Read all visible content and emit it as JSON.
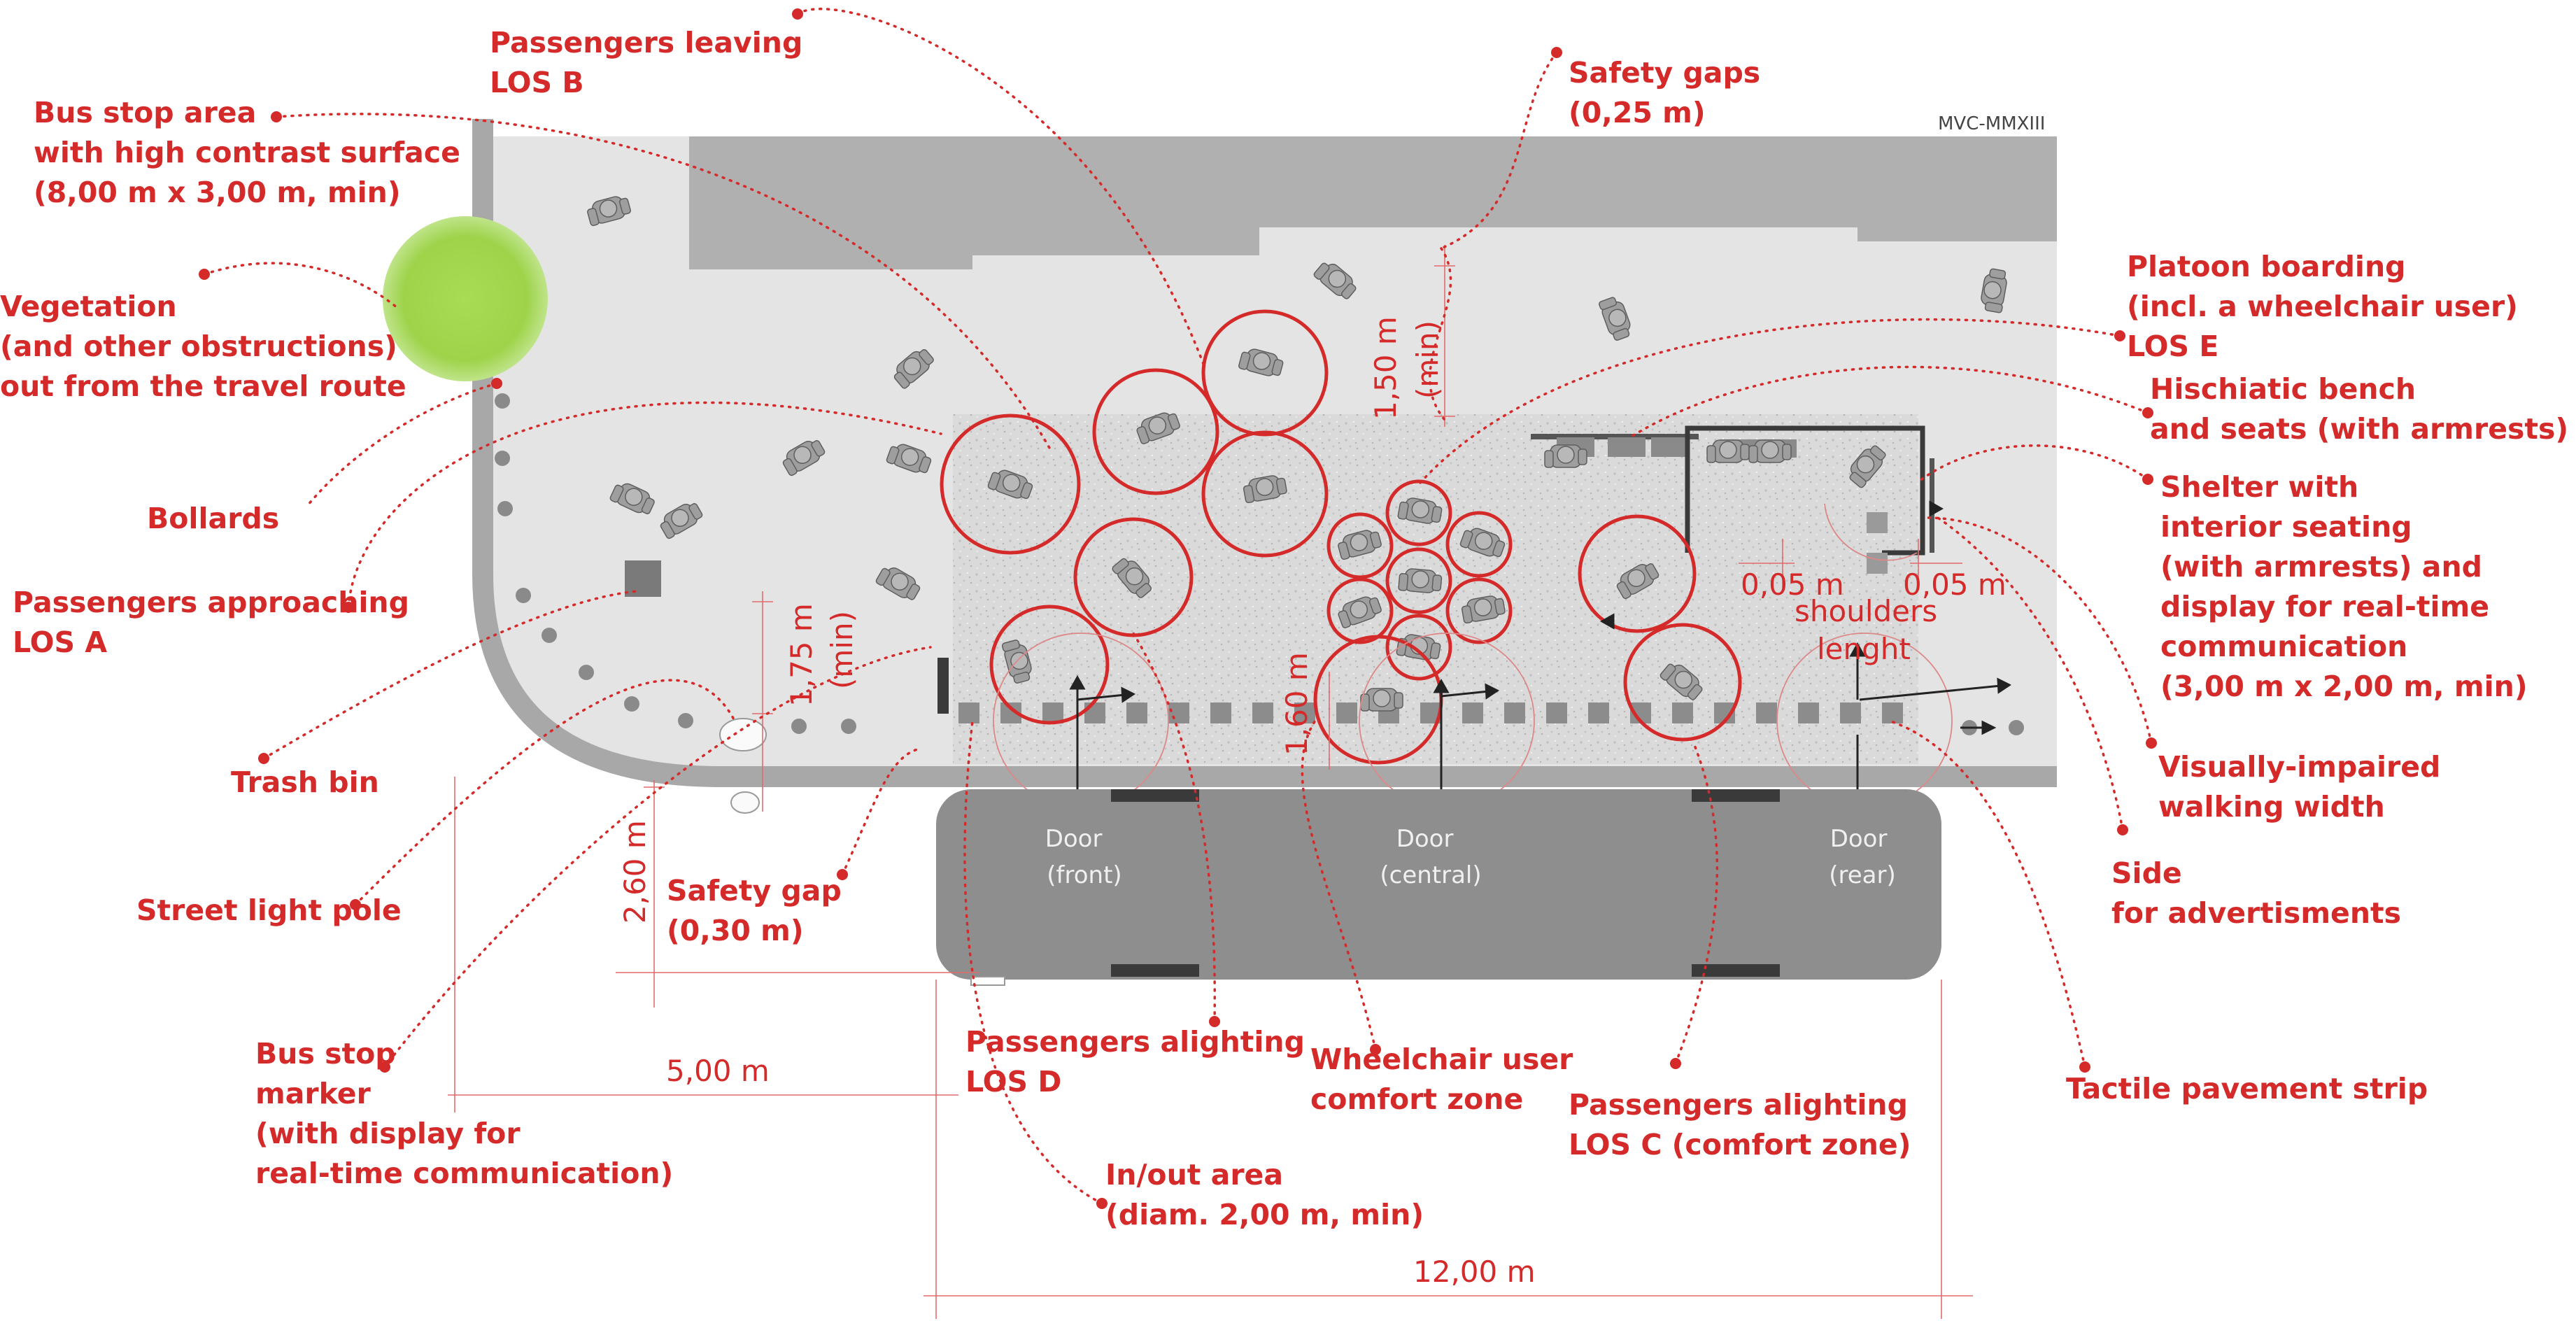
{
  "credit": "MVC-MMXIII",
  "colors": {
    "label": "#d42a2a",
    "sidewalk": "#e4e4e4",
    "building": "#b0b0b0",
    "platform": "#d8d8d8",
    "bus": "#8e8e8e",
    "vegetation": "#9ed34a"
  },
  "labels": {
    "bus_stop_area": [
      "Bus stop area",
      "with high contrast surface",
      "(8,00 m x 3,00 m, min)"
    ],
    "passengers_leaving": [
      "Passengers leaving",
      "LOS B"
    ],
    "safety_gaps": [
      "Safety gaps",
      "(0,25 m)"
    ],
    "vegetation": [
      "Vegetation",
      "(and other obstructions)",
      "out from the travel route"
    ],
    "bollards": [
      "Bollards"
    ],
    "passengers_approaching": [
      "Passengers approaching",
      "LOS A"
    ],
    "trash_bin": [
      "Trash bin"
    ],
    "street_light": [
      "Street light pole"
    ],
    "bus_stop_marker": [
      "Bus stop",
      "marker",
      "(with display for",
      "real-time communication)"
    ],
    "safety_gap": [
      "Safety gap",
      "(0,30 m)"
    ],
    "alighting_d": [
      "Passengers alighting",
      "LOS D"
    ],
    "wheelchair_zone": [
      "Wheelchair user",
      "comfort zone"
    ],
    "alighting_c": [
      "Passengers alighting",
      "LOS C (comfort zone)"
    ],
    "in_out_area": [
      "In/out area",
      "(diam. 2,00 m, min)"
    ],
    "platoon": [
      "Platoon boarding",
      "(incl. a wheelchair user)",
      "LOS E"
    ],
    "bench": [
      "Hischiatic bench",
      "and seats (with armrests)"
    ],
    "shelter": [
      "Shelter with",
      "interior seating",
      "(with armrests) and",
      "display for real-time",
      "communication",
      "(3,00 m x 2,00 m, min)"
    ],
    "visually_impaired": [
      "Visually-impaired",
      "walking width"
    ],
    "advertisments": [
      "Side",
      "for advertisments"
    ],
    "tactile": [
      "Tactile pavement strip"
    ]
  },
  "dimensions": {
    "d_150": "1,50 m",
    "d_min_a": "(min)",
    "d_175": "1,75 m",
    "d_min_b": "(min)",
    "d_160": "1,60 m",
    "d_260": "2,60 m",
    "d_500": "5,00 m",
    "d_1200": "12,00 m",
    "d_005_left": "0,05 m",
    "d_005_right": "0,05 m",
    "shoulders": [
      "shoulders",
      "lenght"
    ]
  },
  "doors": [
    {
      "name": "Door",
      "pos": "(front)"
    },
    {
      "name": "Door",
      "pos": "(central)"
    },
    {
      "name": "Door",
      "pos": "(rear)"
    }
  ]
}
